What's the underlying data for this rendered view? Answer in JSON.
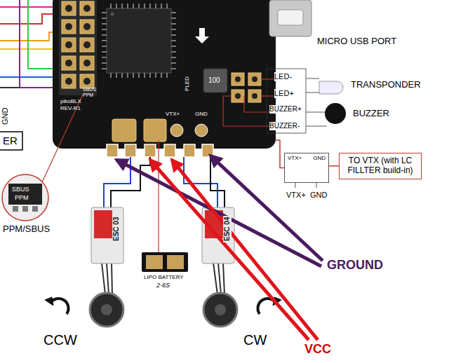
{
  "diagram": {
    "nodes": [
      {
        "text": [
          "pikoBLX",
          "REV-R1"
        ]
      },
      {
        "text": [
          "VTX+",
          "GND"
        ]
      },
      {
        "text": [
          "TO VTX (with LC FILLTER build-in)"
        ]
      }
    ],
    "edges": [
      {
        "from": 0,
        "to": 1,
        "arrow": "none"
      },
      {
        "from": 1,
        "to": 2,
        "arrow": "none"
      }
    ],
    "labels": [
      "MICRO USB PORT",
      "TRANSPONDER",
      "BUZZER",
      "LED-",
      "LED+",
      "BUZZER+",
      "BUZZER-",
      "SBUS",
      "PPM",
      "100",
      "PLED",
      "VTX+",
      "GND",
      "GND",
      "ER",
      "SBUS",
      "PPM",
      "PPM/SBUS",
      "VTX+",
      "GND",
      "ESC 03",
      "ESC 04",
      "LIPO BATTERY",
      "2-6S",
      "CCW",
      "CW",
      "GROUND",
      "VCC"
    ]
  }
}
